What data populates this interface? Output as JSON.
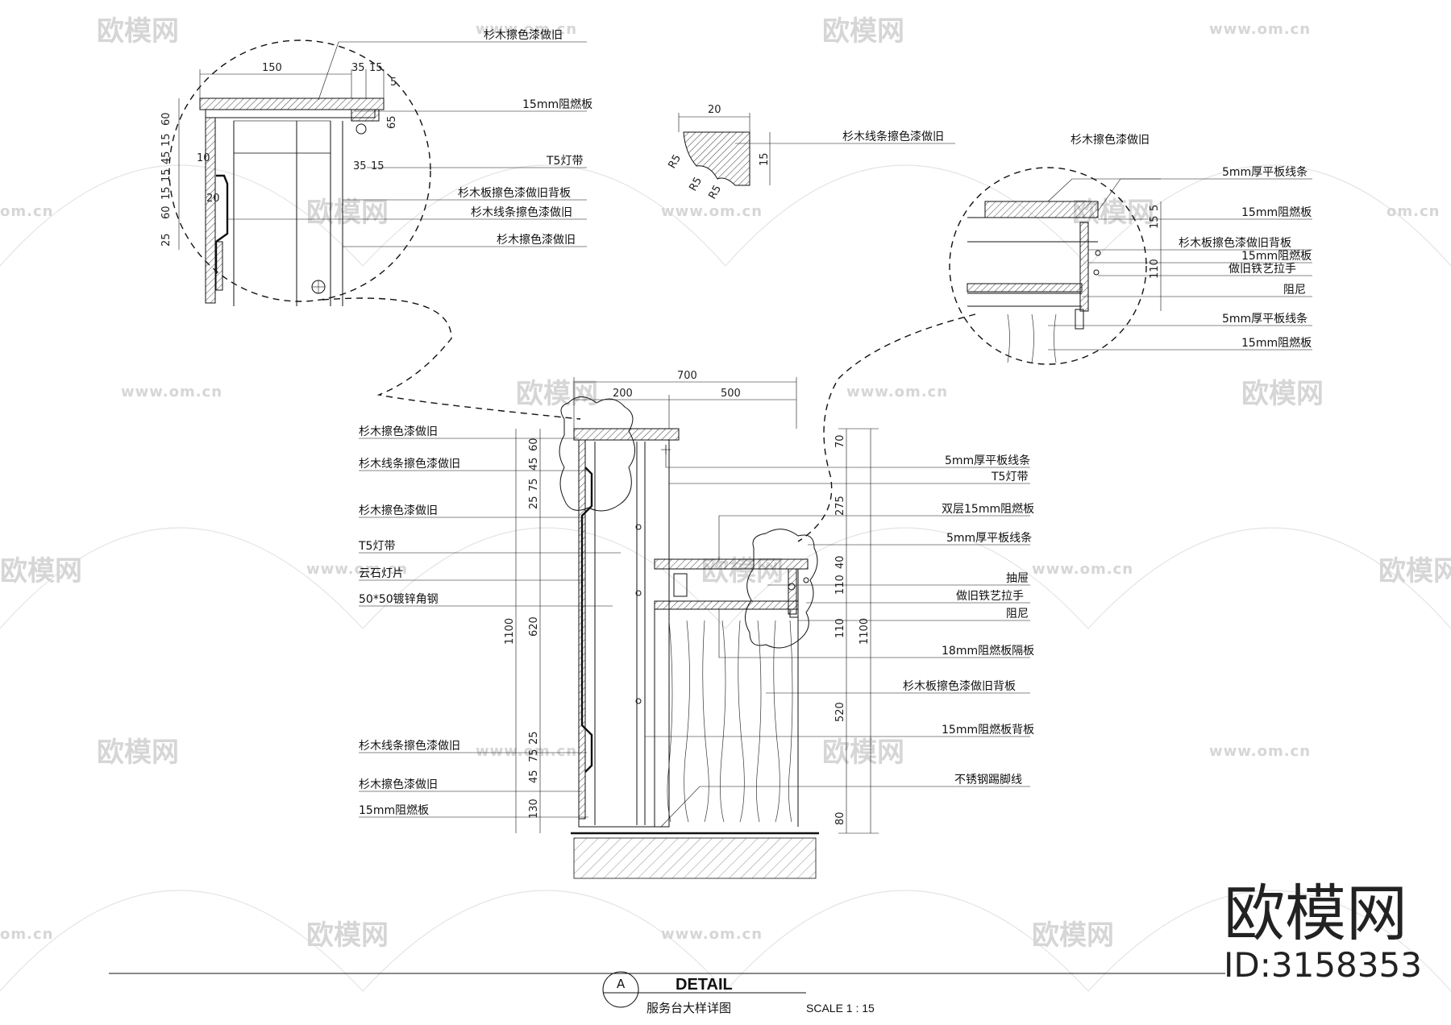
{
  "watermark": {
    "brand_text": "欧模网",
    "url_text": "www.om.cn",
    "url_short": "om.cn"
  },
  "brand": {
    "name": "欧模网",
    "id_text": "ID:3158353"
  },
  "title_block": {
    "marker": "A",
    "title": "DETAIL",
    "subtitle": "服务台大样详图",
    "scale": "SCALE   1 : 15"
  },
  "detail_top_left": {
    "labels": [
      "杉木擦色漆做旧",
      "15mm阻燃板",
      "T5灯带",
      "杉木板擦色漆做旧背板",
      "杉木线条擦色漆做旧",
      "杉木擦色漆做旧"
    ],
    "dims": [
      "150",
      "35",
      "15",
      "5",
      "65",
      "35",
      "15",
      "60",
      "15",
      "45",
      "15",
      "15",
      "60",
      "25",
      "10",
      "20"
    ]
  },
  "detail_profile": {
    "label": "杉木线条擦色漆做旧",
    "dims": [
      "20",
      "15",
      "R5",
      "R5",
      "R5"
    ]
  },
  "detail_top_right": {
    "labels": [
      "杉木擦色漆做旧",
      "5mm厚平板线条",
      "15mm阻燃板",
      "杉木板擦色漆做旧背板",
      "15mm阻燃板",
      "做旧铁艺拉手",
      "阻尼",
      "5mm厚平板线条",
      "15mm阻燃板"
    ],
    "dims": [
      "5",
      "15",
      "110"
    ]
  },
  "section": {
    "top_dims": [
      "700",
      "200",
      "500"
    ],
    "left_labels": [
      "杉木擦色漆做旧",
      "杉木线条擦色漆做旧",
      "杉木擦色漆做旧",
      "T5灯带",
      "云石灯片",
      "50*50镀锌角钢",
      "杉木线条擦色漆做旧",
      "杉木擦色漆做旧",
      "15mm阻燃板"
    ],
    "right_labels": [
      "5mm厚平板线条",
      "T5灯带",
      "双层15mm阻燃板",
      "5mm厚平板线条",
      "抽屉",
      "做旧铁艺拉手",
      "阻尼",
      "18mm阻燃板隔板",
      "杉木板擦色漆做旧背板",
      "15mm阻燃板背板",
      "不锈钢踢脚线"
    ],
    "left_dims": [
      "60",
      "45",
      "75",
      "25",
      "620",
      "25",
      "75",
      "45",
      "130"
    ],
    "left_total": "1100",
    "right_dims": [
      "70",
      "275",
      "40",
      "110",
      "110",
      "520",
      "80"
    ],
    "right_total": "1100"
  }
}
